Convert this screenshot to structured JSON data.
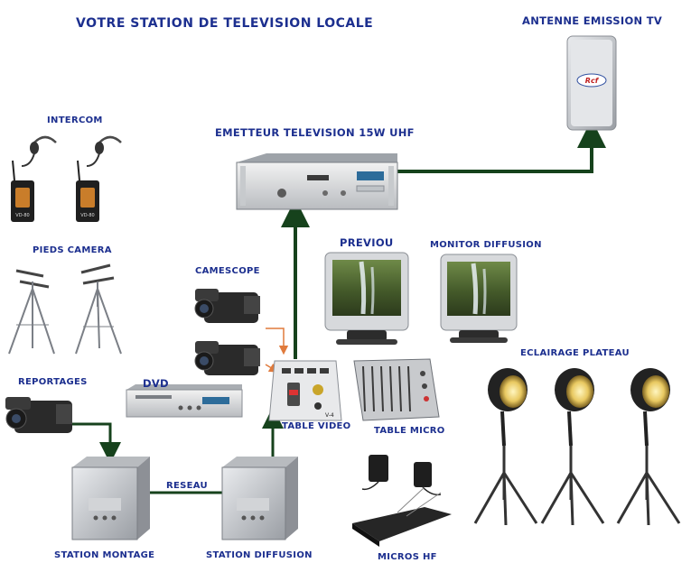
{
  "title": "VOTRE STATION DE TELEVISION LOCALE",
  "labels": {
    "antenna": "ANTENNE EMISSION TV",
    "transmitter": "EMETTEUR TELEVISION 15W UHF",
    "intercom": "INTERCOM",
    "tripods": "PIEDS CAMERA",
    "camcorder": "CAMESCOPE",
    "preview": "PREVIOU",
    "monitor": "MONITOR DIFFUSION",
    "lighting": "ECLAIRAGE PLATEAU",
    "reports": "REPORTAGES",
    "dvd": "DVD",
    "video_table": "TABLE VIDEO",
    "mic_table": "TABLE MICRO",
    "network": "RESEAU",
    "editing_station": "STATION MONTAGE",
    "broadcast_station": "STATION DIFFUSION",
    "wireless_mics": "MICROS HF"
  },
  "icons": {
    "antenna_logo": "Rcf",
    "intercom_unit": "VD-80",
    "switcher_model": "V-4"
  },
  "colors": {
    "label": "#1c2f8f",
    "connector": "#16421c",
    "feed_arrow": "#e07a3c"
  }
}
